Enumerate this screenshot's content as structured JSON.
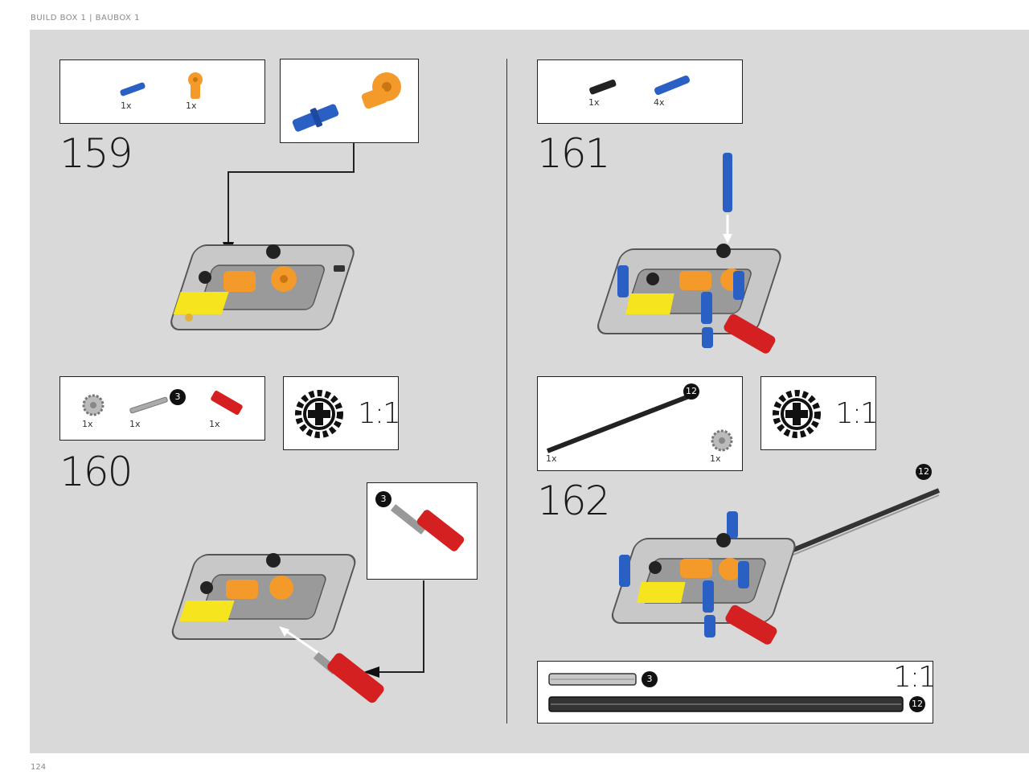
{
  "header": {
    "title": "BUILD BOX 1 | BAUBOX 1"
  },
  "footer": {
    "page_number": "124"
  },
  "steps": [
    {
      "number": "159",
      "parts": [
        {
          "qty": "1x",
          "icon": "blue-axle-pin-icon"
        },
        {
          "qty": "1x",
          "icon": "orange-connector-icon"
        }
      ]
    },
    {
      "number": "160",
      "parts": [
        {
          "qty": "1x",
          "icon": "gear-icon"
        },
        {
          "qty": "1x",
          "icon": "grey-axle-icon",
          "size": "3"
        },
        {
          "qty": "1x",
          "icon": "red-axle-connector-icon"
        }
      ],
      "callout_badge": "3",
      "scale": "1:1"
    },
    {
      "number": "161",
      "parts": [
        {
          "qty": "1x",
          "icon": "black-pin-icon"
        },
        {
          "qty": "4x",
          "icon": "blue-axle-pin-icon"
        }
      ]
    },
    {
      "number": "162",
      "parts": [
        {
          "qty": "1x",
          "icon": "black-axle-icon",
          "size": "12"
        },
        {
          "qty": "1x",
          "icon": "gear-icon"
        }
      ],
      "axle_badge": "12",
      "scale": "1:1",
      "scale_ruler": {
        "scale": "1:1",
        "short_badge": "3",
        "long_badge": "12"
      }
    }
  ],
  "colors": {
    "panel": "#d9d9d9",
    "blue": "#2a5fc4",
    "orange": "#f39a2b",
    "red": "#d42020",
    "yellow": "#f5e41e",
    "frame": "#b8b8b8"
  }
}
